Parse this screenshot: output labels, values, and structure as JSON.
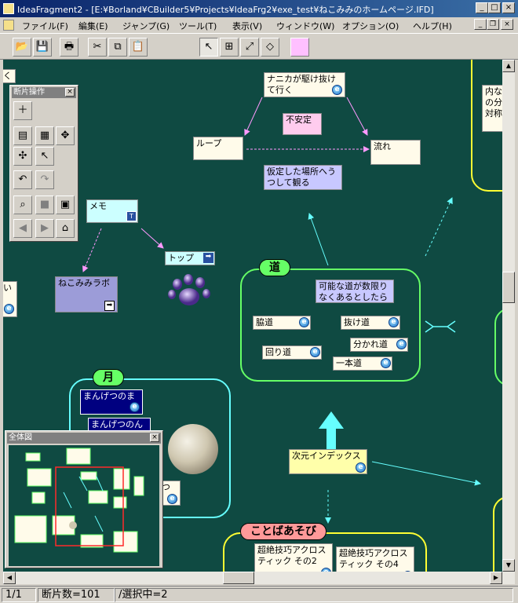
{
  "window": {
    "title": "IdeaFragment2 - [E:¥Borland¥CBuilder5¥Projects¥IdeaFrg2¥exe_test¥ねこみみのホームページ.IFD]",
    "min": "_",
    "max": "□",
    "close": "×"
  },
  "menu": [
    "ファイル(F)",
    "編集(E)",
    "ジャンプ(G)",
    "ツール(T)",
    "表示(V)",
    "ウィンドウ(W)",
    "オプション(O)",
    "ヘルプ(H)"
  ],
  "canvas": {
    "nodes": {
      "nanika": "ナニカが駆け抜けて行く",
      "fuantei": "不安定",
      "loop": "ループ",
      "nagare": "流れ",
      "kasou": "仮定した場所へうつして観る",
      "memo": "メモ",
      "top": "トップ",
      "labo": "ねこみみラボ",
      "kanou": "可能な道が数限りなくあるとしたら",
      "wakimichi": "脇道",
      "nukemichi": "抜け道",
      "wakaremichi": "分かれ道",
      "mawarimichi": "回り道",
      "ipponmichi": "一本道",
      "manketsu1": "まんげつのま",
      "manketsu2": "まんげつのん",
      "jigen": "次元インデックス",
      "chozetsu2": "超絶技巧アクロスティック その2",
      "chozetsu4": "超絶技巧アクロスティック その4",
      "edge_right1": "内な",
      "edge_right2": "の分",
      "edge_right3": "対称",
      "edge_left1": "く",
      "edge_left2": "い",
      "edge_tsu": "つ"
    },
    "groups": {
      "michi": "道",
      "tsuki": "月",
      "kotoba": "ことばあそび"
    }
  },
  "palette_fragment": {
    "title": "断片操作"
  },
  "palette_overview": {
    "title": "全体図"
  },
  "status": {
    "page": "1/1",
    "count": "断片数=101",
    "selection": "/選択中=2"
  },
  "colors": {
    "canvas": "#0f4a42",
    "accent_cyan": "#66ffff",
    "group_green": "#66ff66",
    "group_yellow": "#ffff33"
  }
}
